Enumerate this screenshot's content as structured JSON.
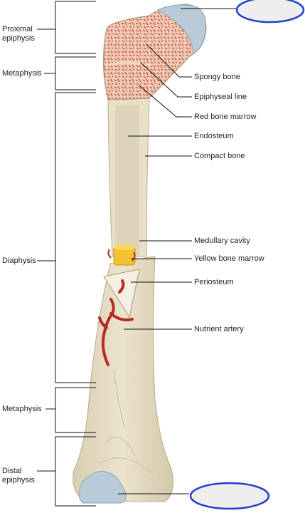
{
  "left_labels": {
    "proximal_epiphysis_line1": "Proximal",
    "proximal_epiphysis_line2": "epiphysis",
    "metaphysis_top": "Metaphysis",
    "diaphysis": "Diaphysis",
    "metaphysis_bottom": "Metaphysis",
    "distal_epiphysis_line1": "Distal",
    "distal_epiphysis_line2": "epiphysis"
  },
  "right_labels": {
    "spongy_bone": "Spongy bone",
    "epiphyseal_line": "Epiphyseal line",
    "red_bone_marrow": "Red bone marrow",
    "endosteum": "Endosteum",
    "compact_bone": "Compact bone",
    "medullary_cavity": "Medullary cavity",
    "yellow_bone_marrow": "Yellow bone marrow",
    "periosteum": "Periosteum",
    "nutrient_artery": "Nutrient artery"
  },
  "answer_ovals": {
    "top": "",
    "bottom": ""
  },
  "colors": {
    "bone": "#e6dcc4",
    "bone_shadow": "#cfc2a4",
    "cartilage": "#b9cad8",
    "spongy_fill": "#f1c9b5",
    "spongy_dots": "#b8472e",
    "yellow_marrow": "#f2c230",
    "artery": "#b52b22",
    "oval_stroke": "#2040d0",
    "oval_fill": "#eeeeee",
    "leader_line": "#111111"
  }
}
